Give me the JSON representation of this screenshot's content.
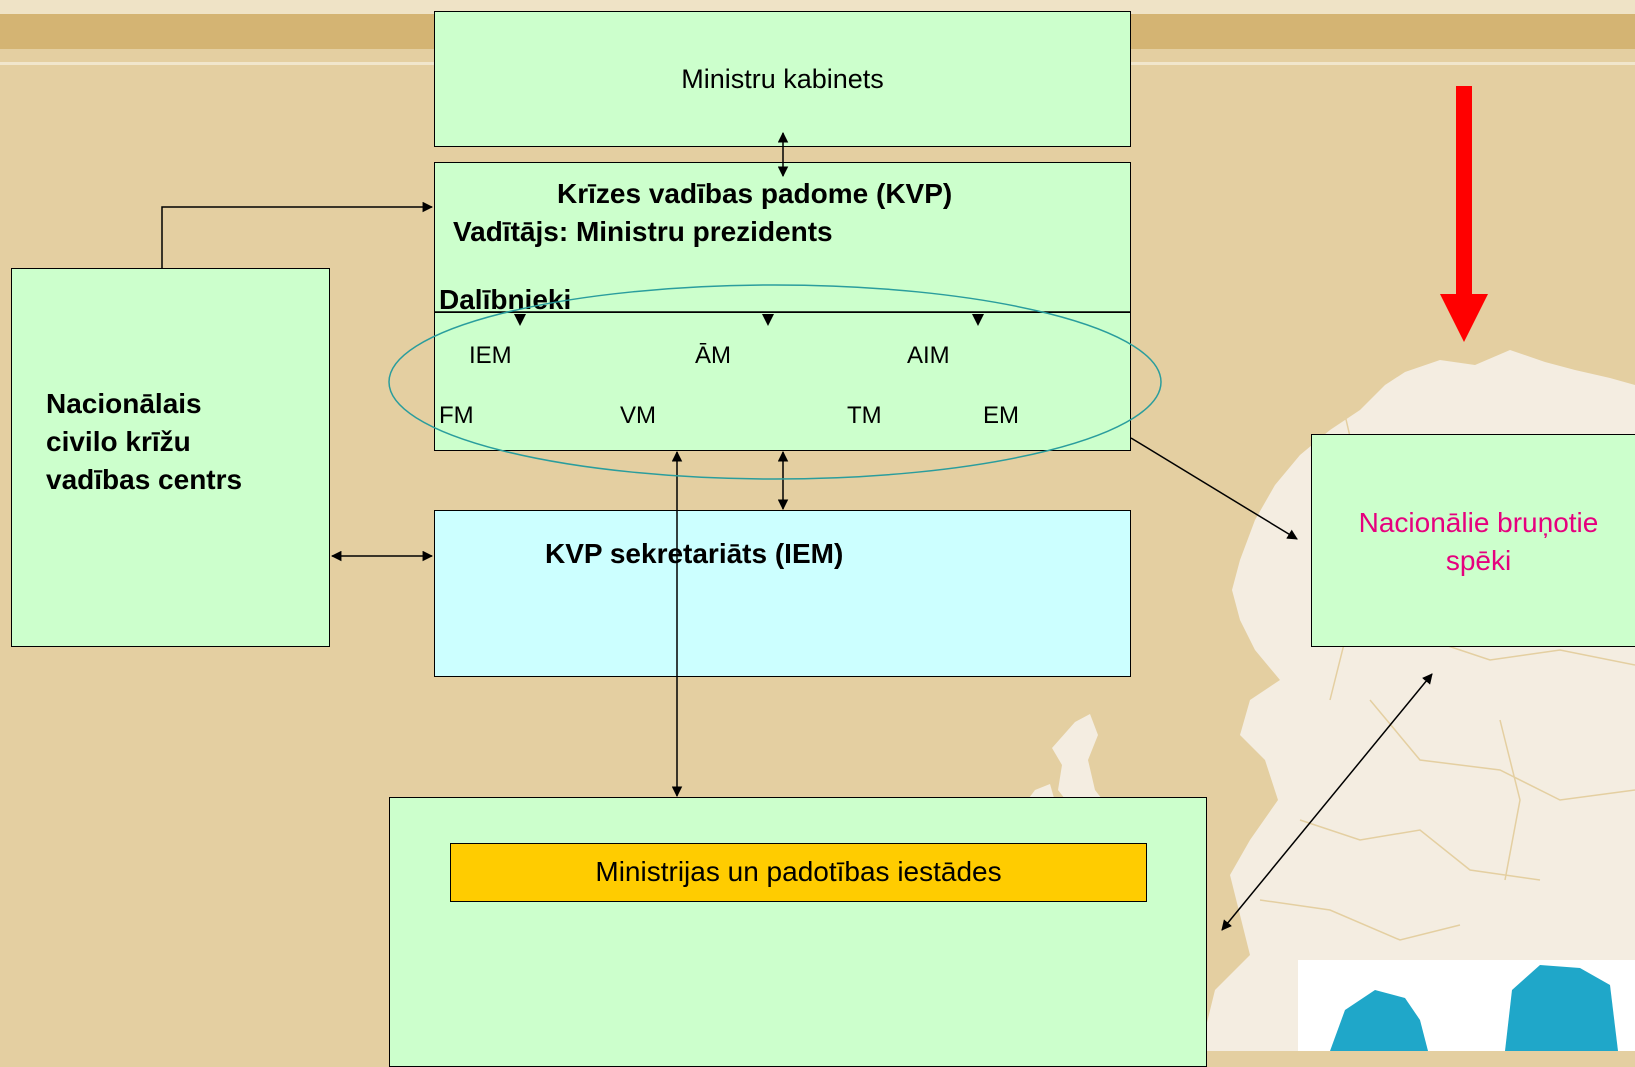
{
  "nodes": {
    "cabinet": "Ministru kabinets",
    "council_title": "Krīzes vadības padome (KVP)",
    "council_chair": "Vadītājs: Ministru prezidents",
    "participants_label": "Dalībnieki",
    "participants_row1": [
      "IEM",
      "ĀM",
      "AIM"
    ],
    "participants_row2": [
      "FM",
      "VM",
      "TM",
      "EM"
    ],
    "national_centre": [
      "Nacionālais",
      "civilo krīžu",
      "vadības centrs"
    ],
    "secretariat": "KVP sekretariāts (IEM)",
    "armed_forces": [
      "Nacionālie bruņotie",
      "spēki"
    ],
    "ministries_box_label": "Ministrijas un padotības iestādes"
  },
  "colors": {
    "background": "#e4cfa1",
    "box_green": "#ccffcc",
    "box_cyan": "#ccffff",
    "box_orange": "#ffcc00",
    "armed_forces_text": "#e6007e",
    "highlight_arrow": "#ff0000",
    "ellipse_stroke": "#2a9d9d",
    "map_land": "#f4ede1",
    "map_water_shape": "#1fa7c9"
  }
}
